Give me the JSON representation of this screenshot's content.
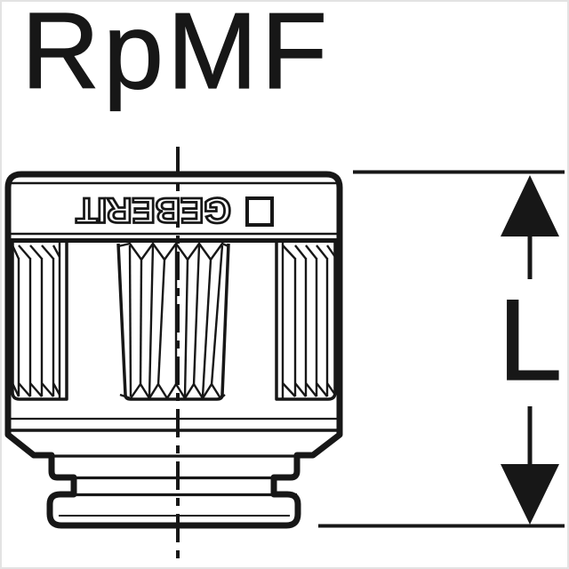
{
  "colors": {
    "bg": "#ffffff",
    "line": "#171717",
    "page-border": "#e3e3e3"
  },
  "labels": {
    "thread_code": "RpMF",
    "dimension": "L"
  },
  "brand": {
    "name": "GEBERIT"
  }
}
